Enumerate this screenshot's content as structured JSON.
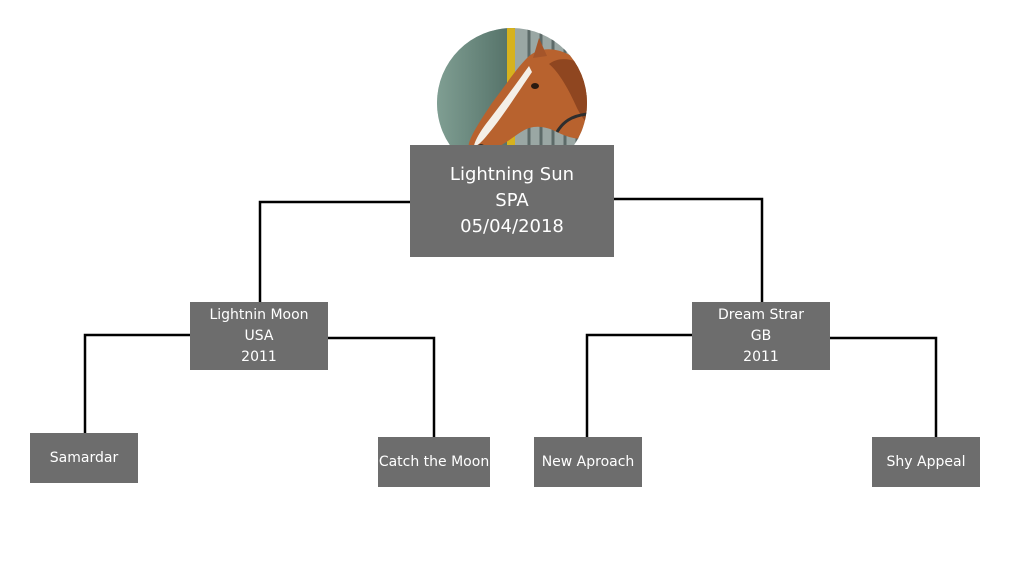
{
  "root": {
    "name": "Lightning Sun",
    "country": "SPA",
    "date": "05/04/2018"
  },
  "sire": {
    "name": "Lightnin Moon",
    "country": "USA",
    "year": "2011"
  },
  "dam": {
    "name": "Dream Strar",
    "country": "GB",
    "year": "2011"
  },
  "grandparents": {
    "sire_sire": "Samardar",
    "sire_dam": "Catch the Moon",
    "dam_sire": "New Aproach",
    "dam_dam": "Shy Appeal"
  },
  "photo": {
    "icon": "horse-head-photo-icon"
  },
  "colors": {
    "box": "#6d6d6d",
    "text": "#ffffff",
    "line": "#000000"
  }
}
